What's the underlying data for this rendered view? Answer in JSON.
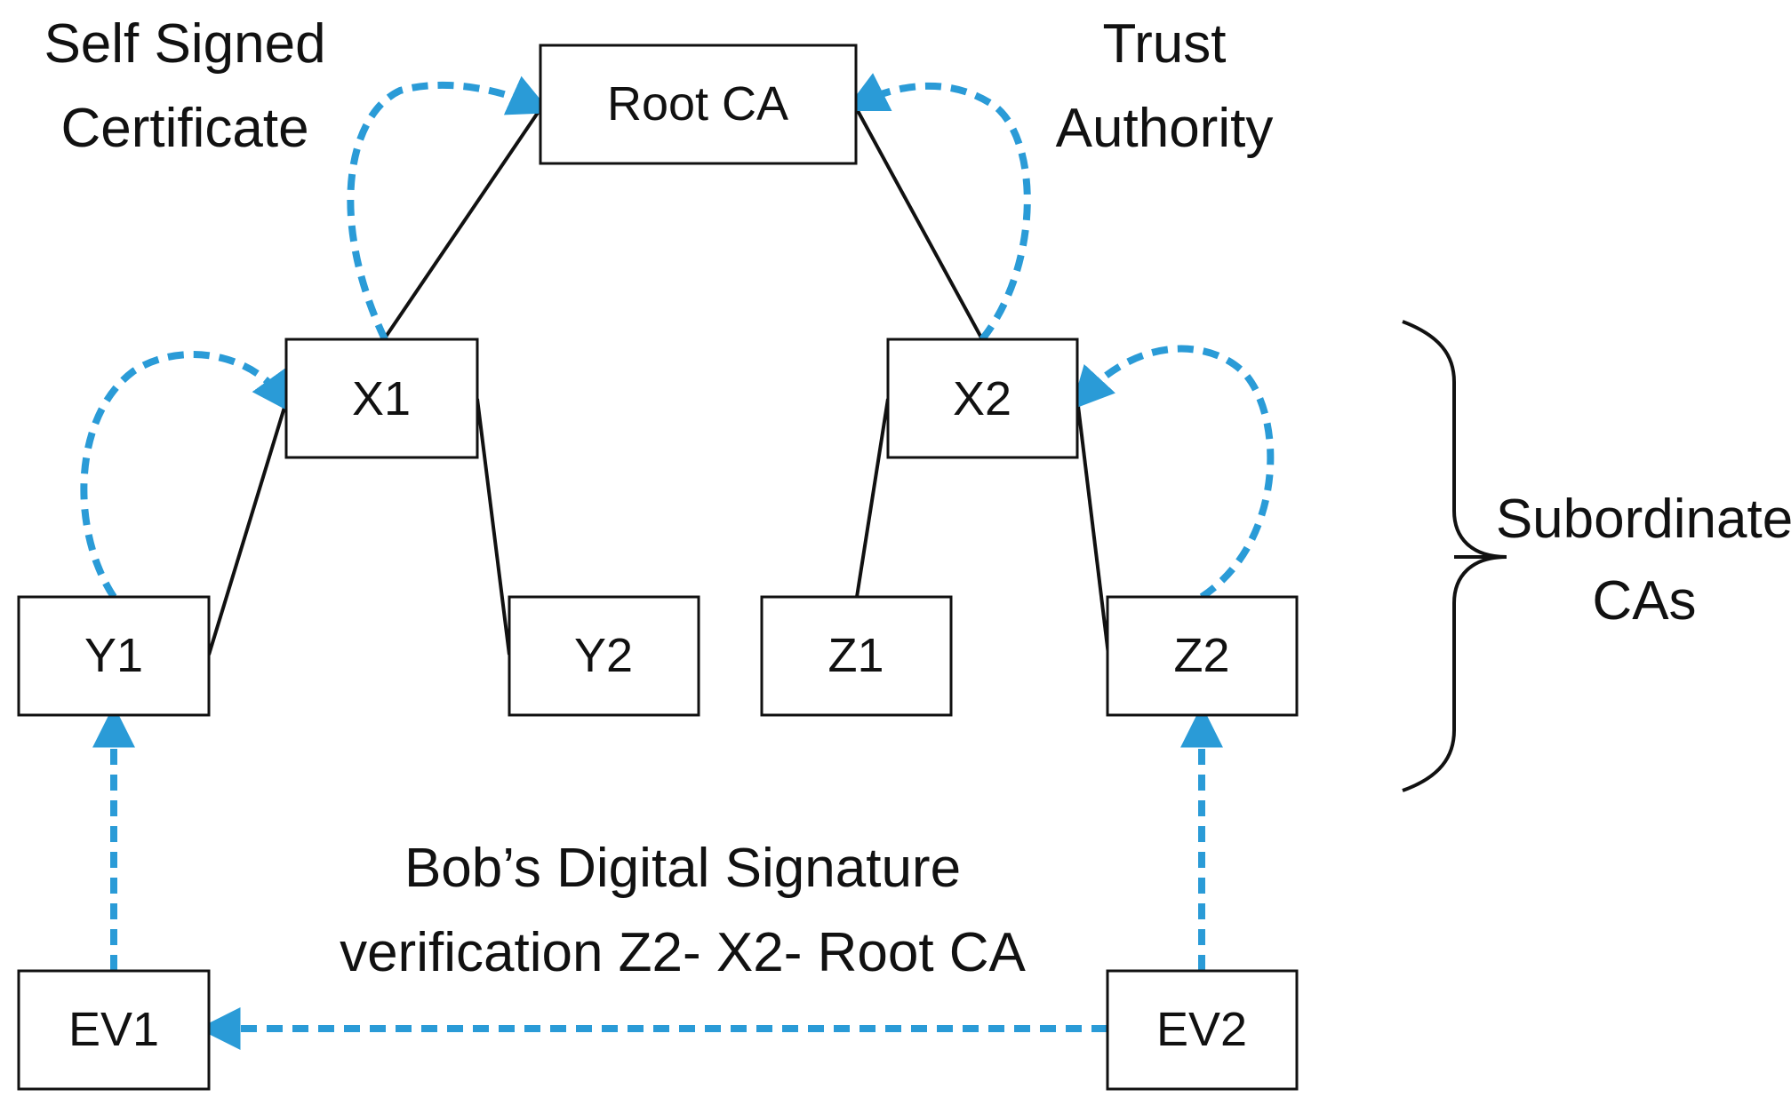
{
  "colors": {
    "accent": "#2A9BD7",
    "line": "#111111",
    "background": "#FFFFFF"
  },
  "nodes": {
    "root": "Root CA",
    "x1": "X1",
    "x2": "X2",
    "y1": "Y1",
    "y2": "Y2",
    "z1": "Z1",
    "z2": "Z2",
    "ev1": "EV1",
    "ev2": "EV2"
  },
  "labels": {
    "self_signed": [
      "Self Signed",
      "Certificate"
    ],
    "trust_authority": [
      "Trust",
      "Authority"
    ],
    "subordinate": [
      "Subordinate",
      "CAs"
    ],
    "verification": [
      "Bob’s Digital Signature",
      "verification Z2- X2- Root CA"
    ]
  }
}
